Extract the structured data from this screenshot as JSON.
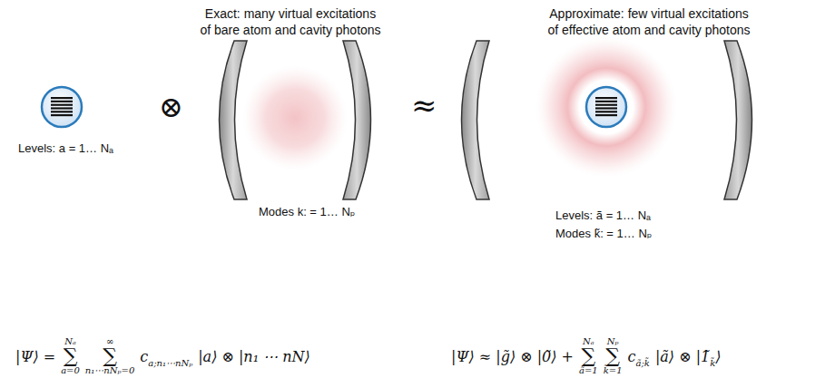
{
  "diagram": {
    "labels": [
      "Exact: many virtual excitations of bare atom and cavity photons",
      "Approximate: few virtual excitations of effective atom and cavity photons",
      "Levels: a = 1… Nₐ",
      "Modes k: = 1… Nₚ",
      "Levels: ã = 1… Nₐ",
      "Modes k̃: = 1… Nₚ",
      "⊗",
      "≈",
      "|Ψ⟩ =",
      "Nₐ",
      "∑",
      "a=0",
      "∞",
      "∑",
      "n₁⋯nNₚ=0",
      "c",
      "a;n₁⋯nNₚ",
      "|a⟩ ⊗ |n₁ ⋯ nN⟩",
      "|Ψ⟩ ≈ |g̃⟩ ⊗ |0̃⟩ +",
      "Nₐ",
      "∑",
      "ã=1",
      "Nₚ",
      "∑",
      "k̃=1",
      "c",
      "ã;k̃",
      "|ã⟩ ⊗ |1̃",
      "k̃",
      "⟩"
    ]
  }
}
